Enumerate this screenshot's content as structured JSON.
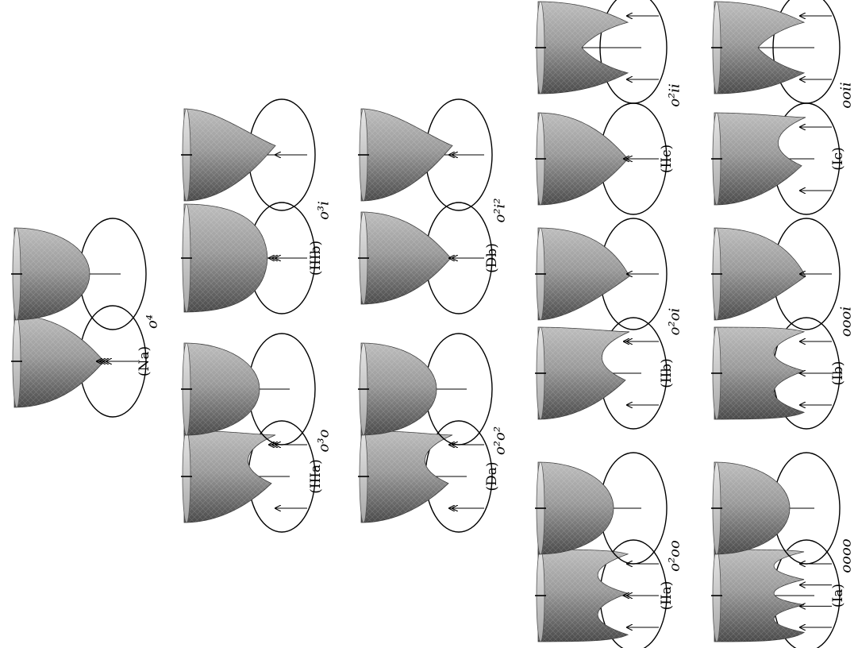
{
  "figure": {
    "groups": [
      {
        "label": "o⁴",
        "panels": [
          {
            "caption": "(Na)",
            "shape": "point",
            "arrows": [
              4
            ]
          },
          {
            "caption": "",
            "shape": "round",
            "arrows": []
          }
        ]
      },
      {
        "label": "o³o",
        "panels": [
          {
            "caption": "(IIIa)",
            "shape": "cusp",
            "arrows": [
              3,
              1
            ]
          },
          {
            "caption": "",
            "shape": "round",
            "arrows": []
          }
        ]
      },
      {
        "label": "o³i",
        "panels": [
          {
            "caption": "(IIIb)",
            "shape": "broad",
            "arrows": [
              3
            ]
          },
          {
            "caption": "",
            "shape": "skew",
            "arrows": [
              1
            ]
          }
        ]
      },
      {
        "label": "o²o²",
        "panels": [
          {
            "caption": "(Da)",
            "shape": "cusp",
            "arrows": [
              2,
              2
            ]
          },
          {
            "caption": "",
            "shape": "round",
            "arrows": []
          }
        ]
      },
      {
        "label": "o²i²",
        "panels": [
          {
            "caption": "(Db)",
            "shape": "point",
            "arrows": [
              2
            ]
          },
          {
            "caption": "",
            "shape": "skew",
            "arrows": [
              2
            ]
          }
        ]
      },
      {
        "label": "o²oo",
        "panels": [
          {
            "caption": "(IIa)",
            "shape": "tri",
            "arrows": [
              1,
              2,
              1
            ]
          },
          {
            "caption": "",
            "shape": "round",
            "arrows": []
          }
        ]
      },
      {
        "label": "o²oi",
        "panels": [
          {
            "caption": "(IIb)",
            "shape": "cusp",
            "arrows": [
              2,
              1
            ]
          },
          {
            "caption": "",
            "shape": "skewpoint",
            "arrows": [
              1
            ]
          }
        ]
      },
      {
        "label": "o²ii",
        "panels": [
          {
            "caption": "(IIc)",
            "shape": "point",
            "arrows": [
              2
            ]
          },
          {
            "caption": "",
            "shape": "fork",
            "arrows": [
              1,
              1
            ]
          }
        ]
      },
      {
        "label": "oooo",
        "panels": [
          {
            "caption": "(Ia)",
            "shape": "quad",
            "arrows": [
              1,
              1,
              1,
              1
            ]
          },
          {
            "caption": "",
            "shape": "round",
            "arrows": []
          }
        ]
      },
      {
        "label": "oooi",
        "panels": [
          {
            "caption": "(Ib)",
            "shape": "tri",
            "arrows": [
              1,
              1,
              1
            ]
          },
          {
            "caption": "",
            "shape": "skewpoint",
            "arrows": [
              1
            ]
          }
        ]
      },
      {
        "label": "ooii",
        "panels": [
          {
            "caption": "(Ic)",
            "shape": "cusp",
            "arrows": [
              1,
              1
            ]
          },
          {
            "caption": "",
            "shape": "fork",
            "arrows": [
              1,
              1
            ]
          }
        ]
      }
    ]
  }
}
